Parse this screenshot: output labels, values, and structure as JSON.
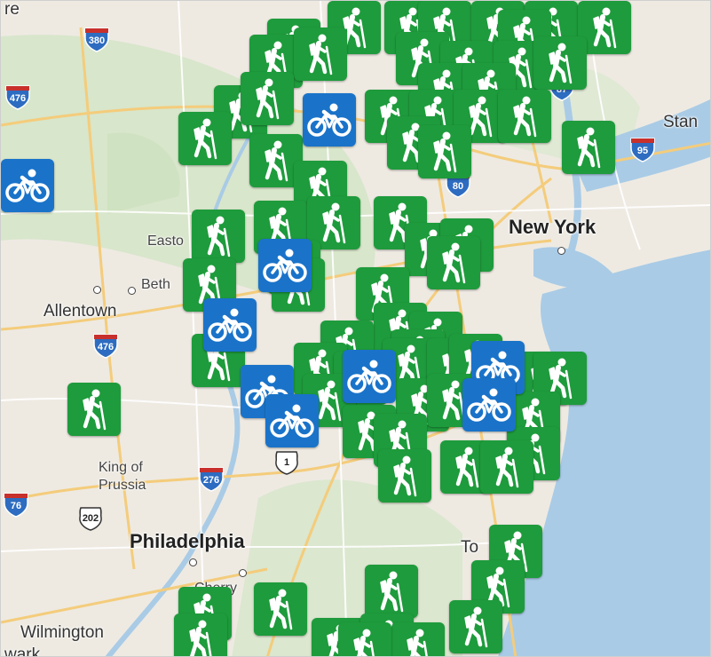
{
  "map": {
    "colors": {
      "land": "#eeeae2",
      "forest": "#cfe4c2",
      "water": "#a9cbe6",
      "road_major": "#f4cc7b",
      "road_minor": "#ffffff",
      "hiking_marker": "#1e9b3c",
      "biking_marker": "#1a73c9",
      "interstate_shield": "#2d6cc0"
    },
    "cities": [
      {
        "id": "new-york",
        "label": "New York",
        "size": "big"
      },
      {
        "id": "philadelphia",
        "label": "Philadelphia",
        "size": "big"
      },
      {
        "id": "allentown",
        "label": "Allentown",
        "size": "med"
      },
      {
        "id": "wilmington",
        "label": "Wilmington",
        "size": "med"
      },
      {
        "id": "easton",
        "label": "Easto",
        "size": "small"
      },
      {
        "id": "bethlehem",
        "label": "Beth",
        "size": "small"
      },
      {
        "id": "king-of",
        "label": "King of",
        "size": "small"
      },
      {
        "id": "prussia",
        "label": "Prussia",
        "size": "small"
      },
      {
        "id": "cherry",
        "label": "Cherry",
        "size": "small"
      },
      {
        "id": "stamford",
        "label": "Stan",
        "size": "small"
      },
      {
        "id": "toms",
        "label": "To",
        "size": "small"
      },
      {
        "id": "top-left",
        "label": "re",
        "size": "small"
      },
      {
        "id": "bottom-left",
        "label": "wark",
        "size": "small"
      }
    ],
    "shields": [
      {
        "id": "i380",
        "number": "380",
        "type": "interstate"
      },
      {
        "id": "i476-n",
        "number": "476",
        "type": "interstate"
      },
      {
        "id": "i476",
        "number": "476",
        "type": "interstate"
      },
      {
        "id": "i276",
        "number": "276",
        "type": "interstate"
      },
      {
        "id": "i76",
        "number": "76",
        "type": "interstate"
      },
      {
        "id": "i95",
        "number": "95",
        "type": "interstate"
      },
      {
        "id": "i80",
        "number": "80",
        "type": "interstate"
      },
      {
        "id": "i87",
        "number": "87",
        "type": "interstate"
      },
      {
        "id": "us202",
        "number": "202",
        "type": "us"
      },
      {
        "id": "us1",
        "number": "1",
        "type": "us"
      }
    ],
    "markers": [
      {
        "type": "hike",
        "icon": "hiking-icon"
      },
      {
        "type": "bike",
        "icon": "bicycle-icon"
      }
    ]
  }
}
